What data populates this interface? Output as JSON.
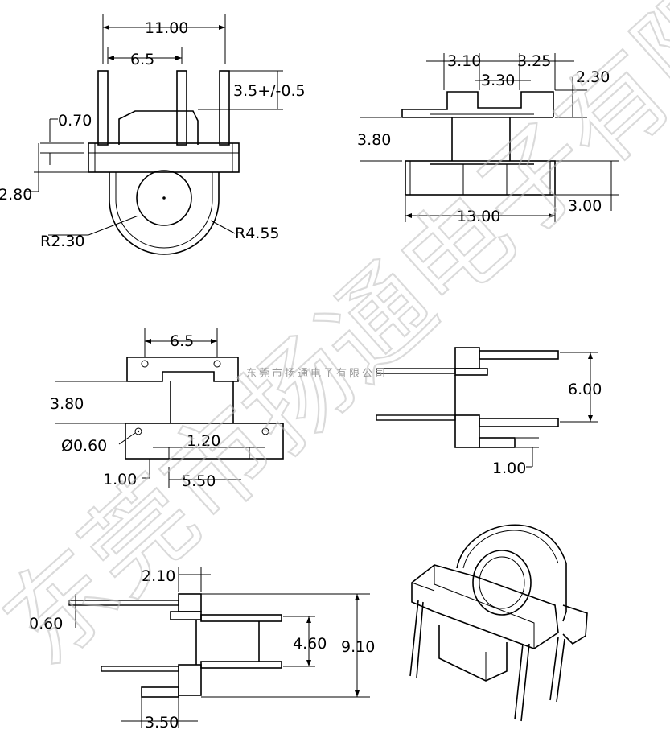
{
  "watermark": {
    "main": "东莞市扬通电子有限公司",
    "small": "东莞市扬通电子有限公司"
  },
  "dimensions": {
    "top_left": {
      "width_total": "11.00",
      "pin_pitch": "6.5",
      "pin_length": "3.5+/-0.5",
      "base_step": "0.70",
      "base_height": "2.80",
      "inner_radius": "R2.30",
      "outer_radius": "R4.55"
    },
    "top_right": {
      "a": "3.10",
      "b": "3.25",
      "c": "3.30",
      "d": "2.30",
      "height": "3.80",
      "base_height": "3.00",
      "width": "13.00"
    },
    "mid_left": {
      "pin_pitch": "6.5",
      "height": "3.80",
      "hole_dia": "Ø0.60",
      "slot": "1.20",
      "step": "1.00",
      "span": "5.50"
    },
    "mid_right": {
      "spacing": "6.00",
      "step": "1.00"
    },
    "bottom_left": {
      "top_offset": "2.10",
      "pin": "0.60",
      "inner": "4.60",
      "total": "9.10",
      "foot": "3.50"
    }
  }
}
